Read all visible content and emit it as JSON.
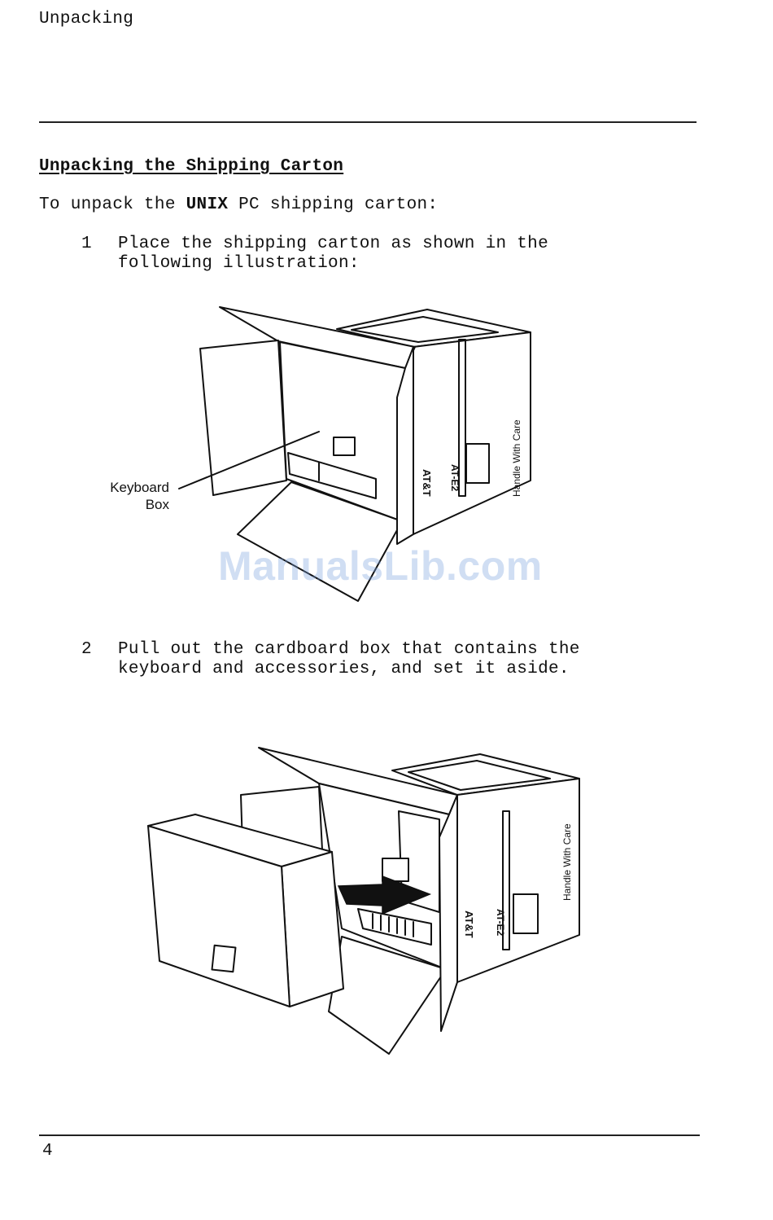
{
  "header": {
    "running_title": "Unpacking"
  },
  "section": {
    "title": "Unpacking the Shipping Carton",
    "intro_prefix": "To unpack the ",
    "intro_bold": "UNIX",
    "intro_suffix": " PC shipping carton:"
  },
  "steps": [
    {
      "number": "1",
      "text": "Place the shipping carton as shown in the\nfollowing illustration:"
    },
    {
      "number": "2",
      "text": "Pull out the cardboard box that contains the\nkeyboard and accessories, and set it aside."
    }
  ],
  "figure1": {
    "callout": "Keyboard\nBox",
    "side_text": "Handle With Care",
    "brand_text": "AT&T",
    "code_text": "AT-E2"
  },
  "figure2": {
    "side_text": "Handle With Care",
    "brand_text": "AT&T",
    "code_text": "AT-E2"
  },
  "footer": {
    "page_number": "4"
  },
  "watermark": "ManualsLib.com",
  "colors": {
    "ink": "#111111",
    "watermark": "#a0bce6"
  }
}
